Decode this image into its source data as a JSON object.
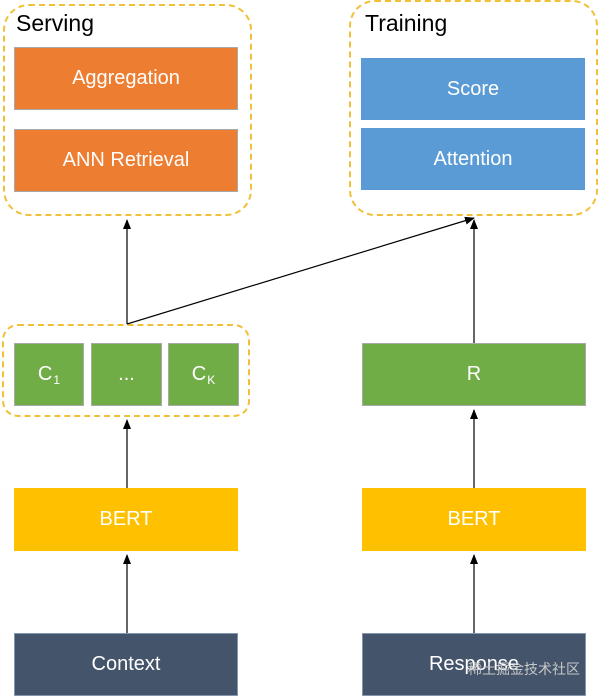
{
  "serving": {
    "title": "Serving",
    "aggregation": "Aggregation",
    "ann_retrieval": "ANN Retrieval"
  },
  "training": {
    "title": "Training",
    "score": "Score",
    "attention": "Attention"
  },
  "context_tokens": {
    "c1_base": "C",
    "c1_sub": "1",
    "ellipsis": "...",
    "ck_base": "C",
    "ck_sub": "K"
  },
  "response_token": "R",
  "bert_left": "BERT",
  "bert_right": "BERT",
  "context": "Context",
  "response": "Response",
  "watermark": "稀土掘金技术社区",
  "colors": {
    "orange": "#ed7d31",
    "blue": "#5b9bd5",
    "green": "#70ad47",
    "yellow": "#ffc000",
    "navy": "#44546a",
    "dashed_border": "#f2c038"
  }
}
